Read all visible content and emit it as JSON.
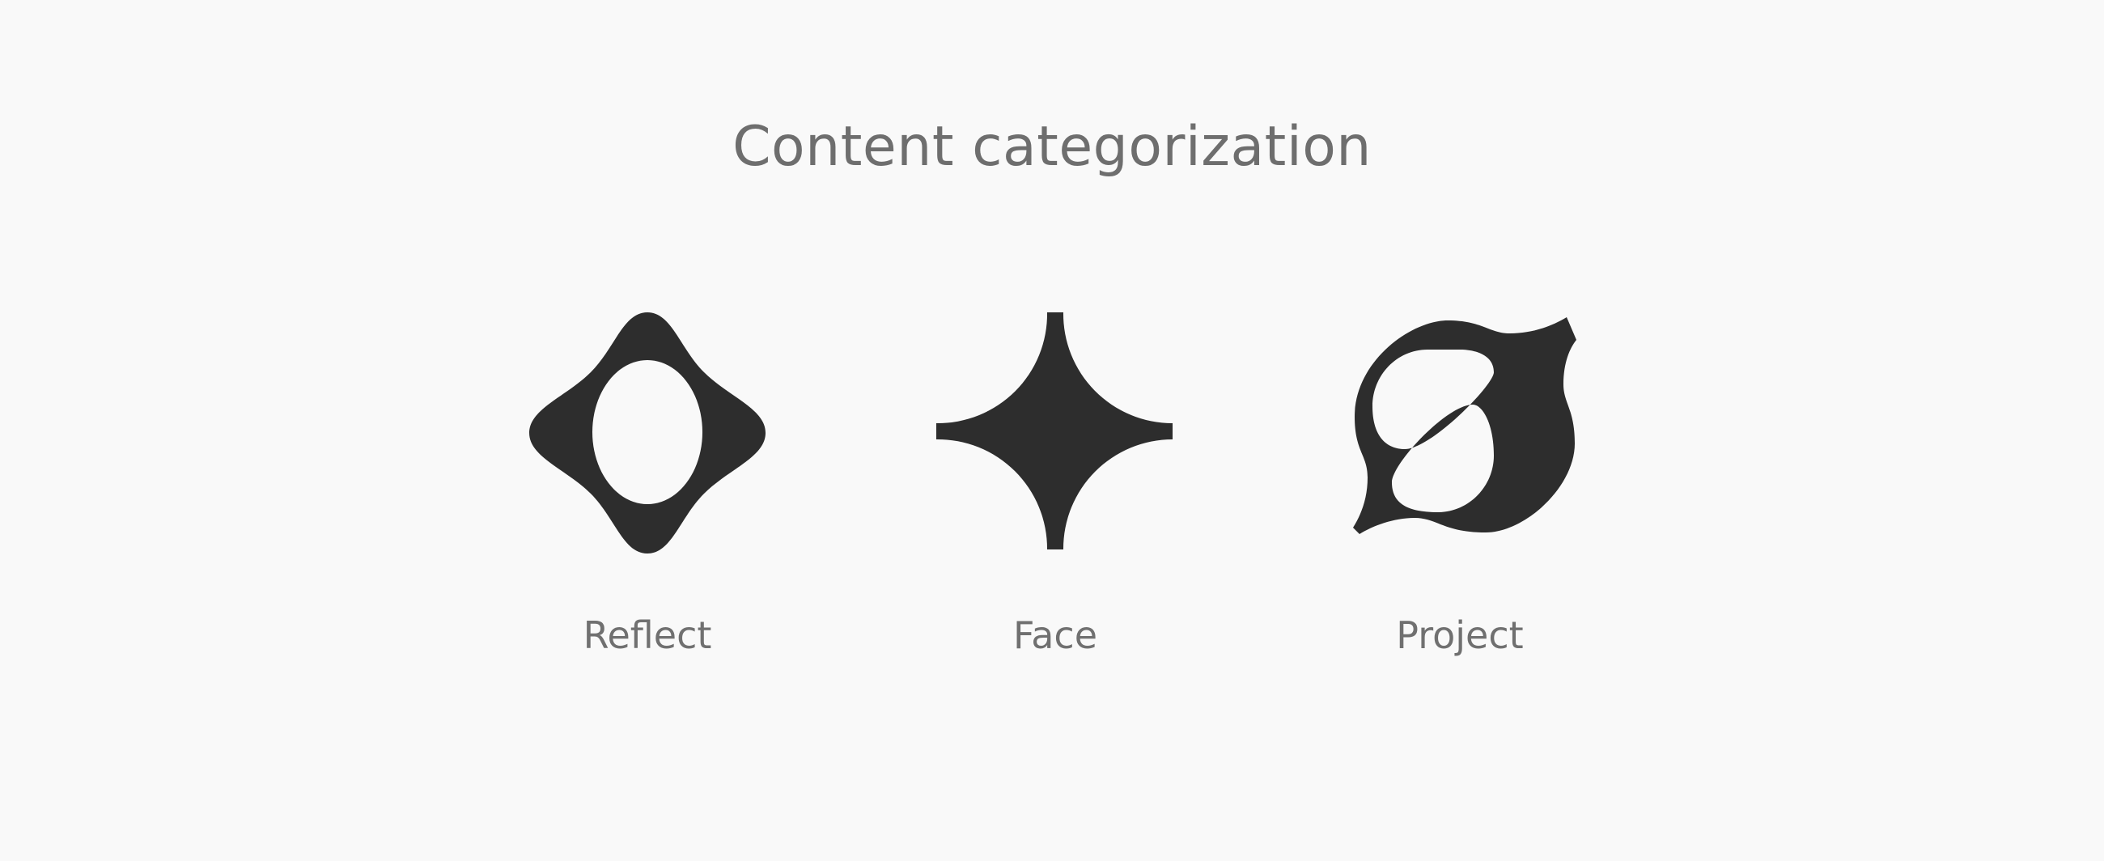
{
  "title": "Content categorization",
  "categories": [
    {
      "label": "Reflect",
      "icon": "reflect-icon"
    },
    {
      "label": "Face",
      "icon": "face-icon"
    },
    {
      "label": "Project",
      "icon": "project-icon"
    }
  ],
  "colors": {
    "background": "#f9f9f9",
    "shape": "#2d2d2d",
    "text": "#6e6e6e"
  }
}
